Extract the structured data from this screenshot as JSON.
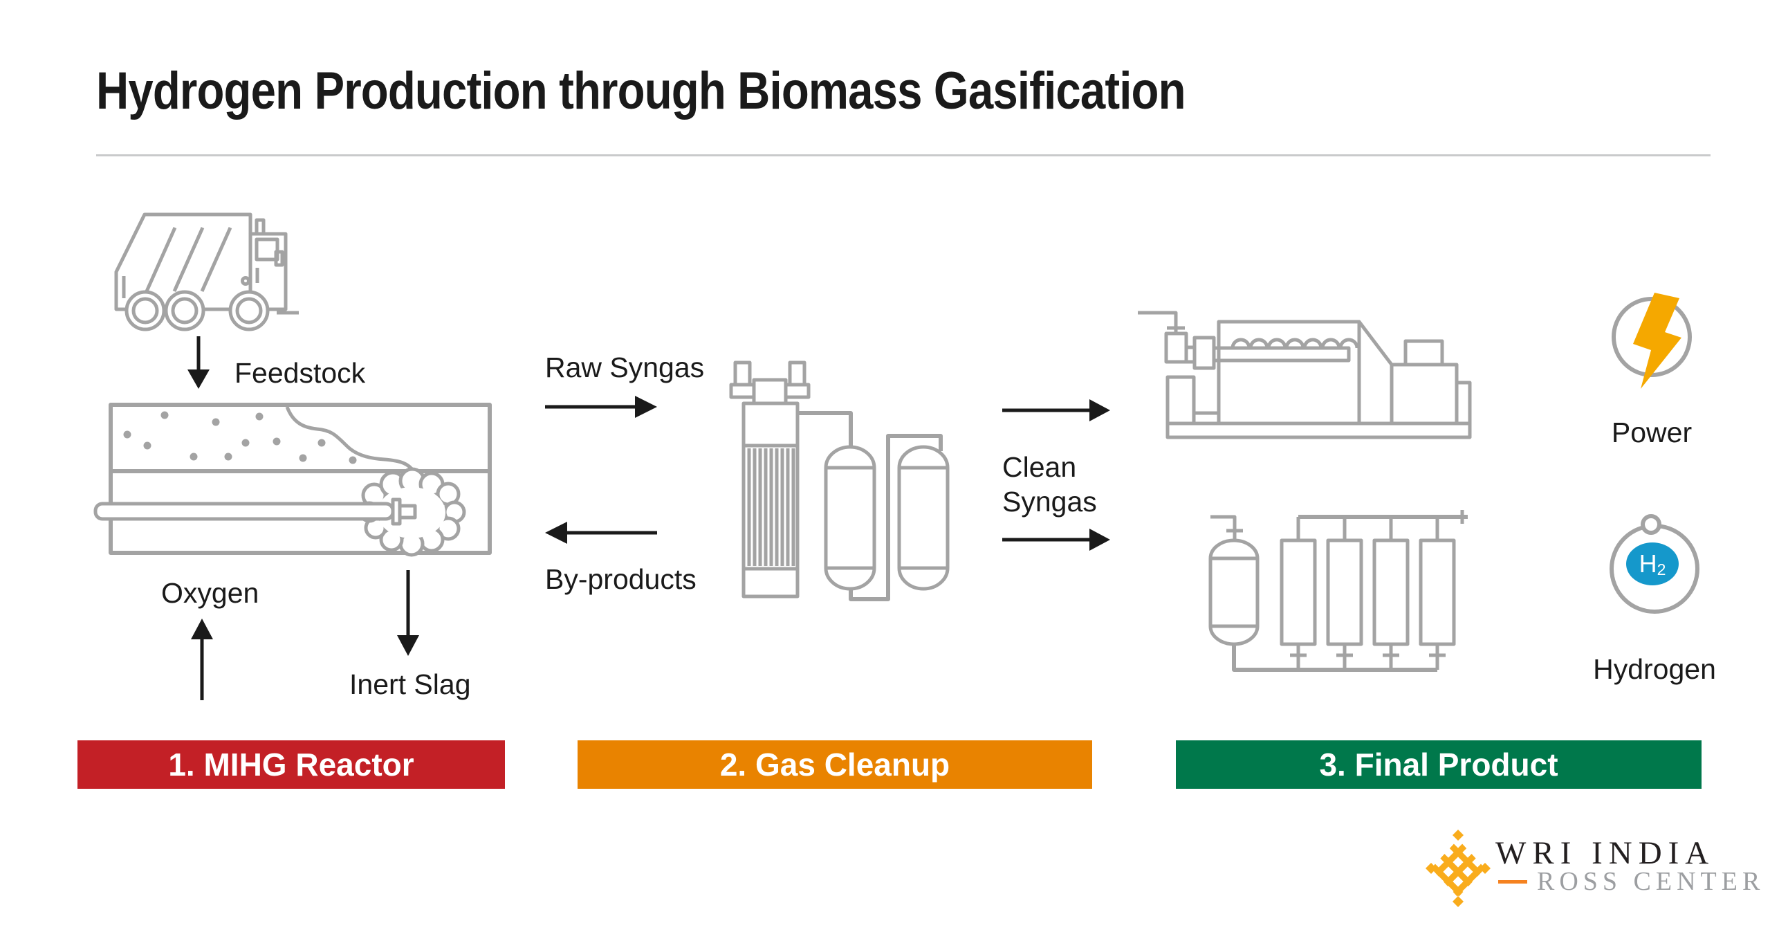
{
  "title": "Hydrogen Production through Biomass Gasification",
  "flow_labels": {
    "feedstock": "Feedstock",
    "oxygen": "Oxygen",
    "inert_slag": "Inert Slag",
    "raw_syngas": "Raw Syngas",
    "by_products": "By-products",
    "clean_syngas": "Clean\nSyngas",
    "power": "Power",
    "hydrogen": "Hydrogen",
    "h2_symbol": {
      "main": "H",
      "sub": "2"
    }
  },
  "stages": [
    {
      "label": "1. MIHG Reactor",
      "color": "#C32026"
    },
    {
      "label": "2. Gas Cleanup",
      "color": "#E98300"
    },
    {
      "label": "3. Final Product",
      "color": "#00784B"
    }
  ],
  "icons": [
    "garbage-truck-icon",
    "gasifier-reactor-icon",
    "gas-cleanup-columns-icon",
    "gas-engine-generator-icon",
    "psa-unit-icon",
    "lightning-bolt-icon",
    "hydrogen-atom-icon",
    "wri-logo-pattern"
  ],
  "logo": {
    "org": "WRI INDIA",
    "center": "ROSS CENTER"
  },
  "colors": {
    "ink": "#1A1A1A",
    "line": "#A3A3A3",
    "rule": "#C9CACB",
    "red": "#C32026",
    "orange": "#E98300",
    "green": "#00784B",
    "bolt": "#F5A800",
    "blue": "#1598CB",
    "logo_yellow": "#F9AC1C",
    "logo_orange": "#F58220",
    "logo_dark": "#231F20",
    "logo_gray": "#9C9EA1"
  }
}
